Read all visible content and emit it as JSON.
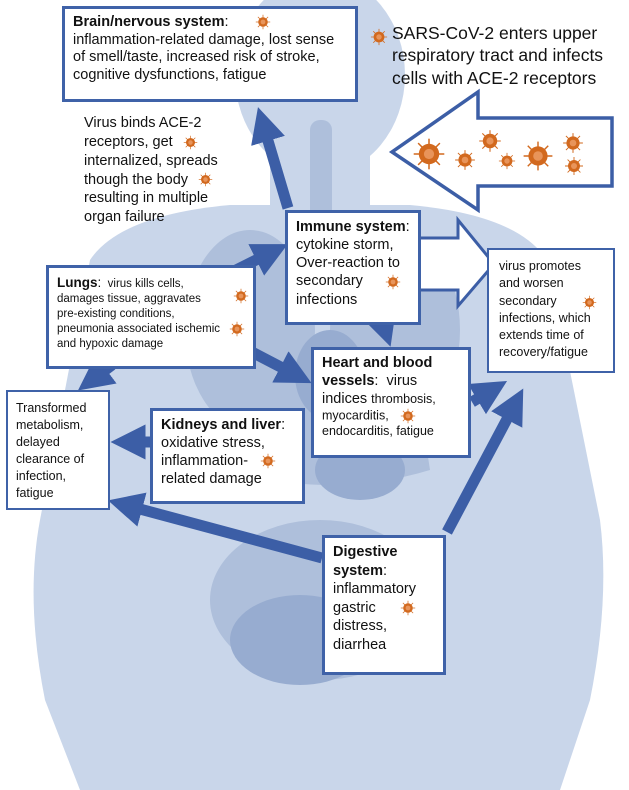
{
  "colors": {
    "arrow": "#3c5ea6",
    "box_border": "#3f62a8",
    "silhouette": "#c5d3e8",
    "organ": "#a9bcd8",
    "virus": "#d2691e"
  },
  "intro_text": "SARS-CoV-2 enters upper respiratory tract and infects cells with ACE-2 receptors",
  "ace2_text": {
    "line1": "Virus binds ACE-2",
    "line2": "receptors, get",
    "line3": "internalized, spreads",
    "line4": "though the body",
    "line5": "resulting in multiple",
    "line6": "organ failure"
  },
  "brain": {
    "title": "Brain/nervous system",
    "colon": ":",
    "text": "inflammation-related damage, lost sense of smell/taste, increased risk of stroke, cognitive dysfunctions, fatigue"
  },
  "immune": {
    "title": "Immune system",
    "colon": ":",
    "line1": "cytokine storm,",
    "line2": "Over-reaction to",
    "line3": "secondary",
    "line4": "infections"
  },
  "lungs": {
    "title": "Lungs",
    "colon": ":",
    "line1": "virus kills cells,",
    "text": "damages tissue, aggravates pre-existing conditions, pneumonia associated ischemic and hypoxic damage"
  },
  "secondary": {
    "text": "virus promotes and worsen secondary infections, which extends time of recovery/fatigue"
  },
  "heart": {
    "title_line1": "Heart and blood",
    "title_line2": "vessels",
    "colon": ":",
    "text_a": "virus",
    "text_b": "indices",
    "text_c": "thrombosis,",
    "text_d": "myocarditis,",
    "text_e": "endocarditis, fatigue"
  },
  "metabolism": {
    "text": "Transformed metabolism, delayed clearance of infection, fatigue"
  },
  "kidneys": {
    "title": "Kidneys and liver",
    "colon": ":",
    "line1": "oxidative stress,",
    "line2": "inflammation-",
    "line3": "related damage"
  },
  "digestive": {
    "title_line1": "Digestive",
    "title_line2": "system",
    "colon": ":",
    "line1": "inflammatory",
    "line2": "gastric",
    "line3": "distress,",
    "line4": "diarrhea"
  },
  "icons": {
    "virus": "coronavirus-icon"
  }
}
